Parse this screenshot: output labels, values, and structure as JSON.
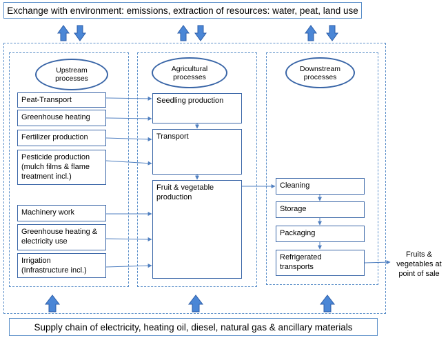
{
  "top_banner": "Exchange with environment: emissions, extraction of resources: water, peat, land use",
  "bottom_banner": "Supply chain of electricity, heating oil, diesel, natural gas & ancillary materials",
  "columns": {
    "upstream": {
      "title": "Upstream\nprocesses",
      "items": [
        "Peat-Transport",
        "Greenhouse heating",
        "Fertilizer production",
        "Pesticide production\n(mulch films & flame\ntreatment incl.)",
        "Machinery work",
        "Greenhouse heating &\nelectricity use",
        "Irrigation\n(Infrastructure incl.)"
      ]
    },
    "agricultural": {
      "title": "Agricultural\nprocesses",
      "items": [
        "Seedling production",
        "Transport",
        "Fruit & vegetable\nproduction"
      ]
    },
    "downstream": {
      "title": "Downstream\nprocesses",
      "items": [
        "Cleaning",
        "Storage",
        "Packaging",
        "Refrigerated\ntransports"
      ]
    }
  },
  "output_label": "Fruits &\nvegetables  at\npoint of sale",
  "colors": {
    "border": "#5b8fc9",
    "box_border": "#3a66a7",
    "arrow_fill": "#4a86d6",
    "arrow_stroke": "#2d5ea8",
    "connector": "#4f7fc0"
  }
}
